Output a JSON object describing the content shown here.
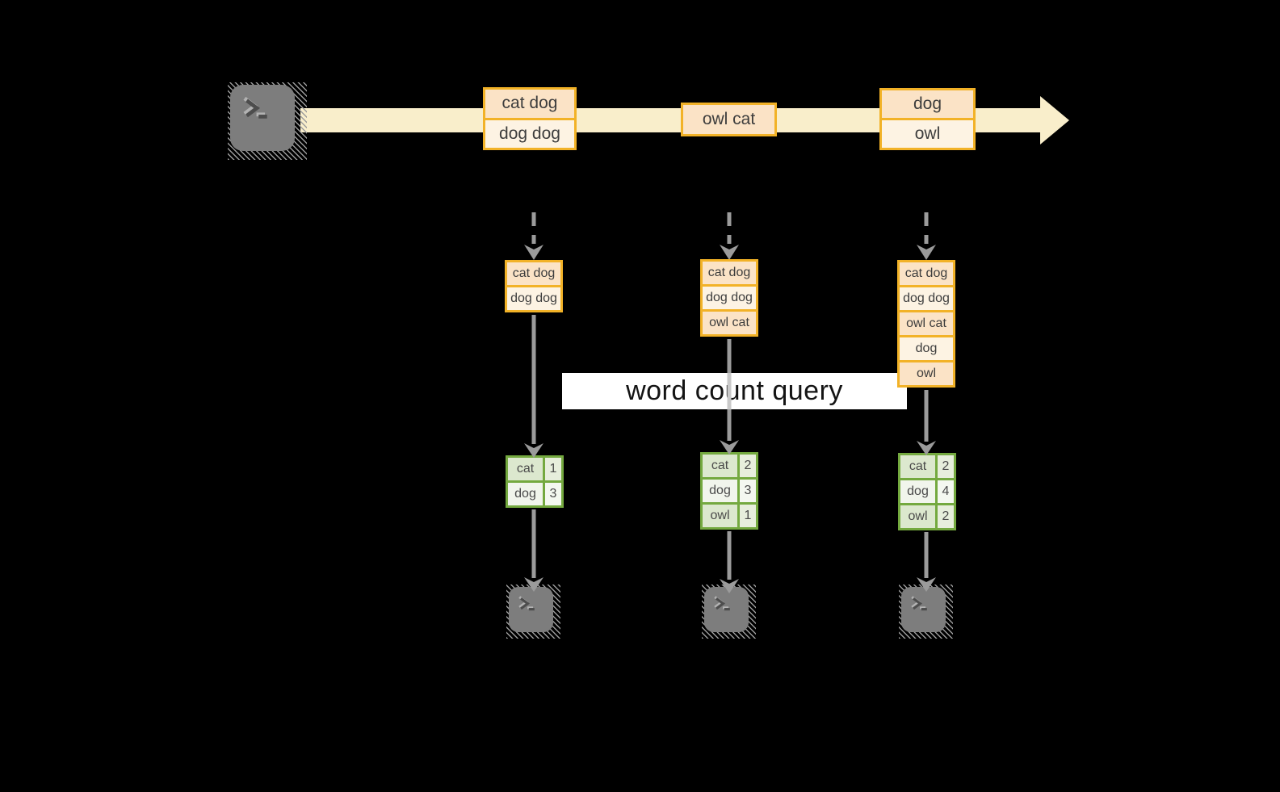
{
  "banner": {
    "label": "word count query"
  },
  "stream": {
    "boxes": [
      {
        "cells": [
          "cat dog",
          "dog dog"
        ]
      },
      {
        "cells": [
          "owl cat"
        ]
      },
      {
        "cells": [
          "dog",
          "owl"
        ]
      }
    ]
  },
  "columns": [
    {
      "stack": [
        "cat dog",
        "dog dog"
      ],
      "table": [
        {
          "word": "cat",
          "count": "1"
        },
        {
          "word": "dog",
          "count": "3"
        }
      ]
    },
    {
      "stack": [
        "cat dog",
        "dog dog",
        "owl cat"
      ],
      "table": [
        {
          "word": "cat",
          "count": "2"
        },
        {
          "word": "dog",
          "count": "3"
        },
        {
          "word": "owl",
          "count": "1"
        }
      ]
    },
    {
      "stack": [
        "cat dog",
        "dog dog",
        "owl cat",
        "dog",
        "owl"
      ],
      "table": [
        {
          "word": "cat",
          "count": "2"
        },
        {
          "word": "dog",
          "count": "4"
        },
        {
          "word": "owl",
          "count": "2"
        }
      ]
    }
  ],
  "icons": {
    "terminal": "terminal-prompt-icon"
  },
  "colors": {
    "background": "#000000",
    "stream_band": "#F9EECB",
    "orange_border": "#F2B227",
    "cell_peach": "#FBE3C6",
    "cell_cream": "#FDF3E3",
    "green_border": "#74A93F",
    "green_cell": "#DCE8CE",
    "green_cell_pale": "#F1F5EC",
    "arrow_gray": "#9B9B9B",
    "terminal_gray": "#7D7D7D",
    "banner_bg": "#FFFFFF"
  }
}
